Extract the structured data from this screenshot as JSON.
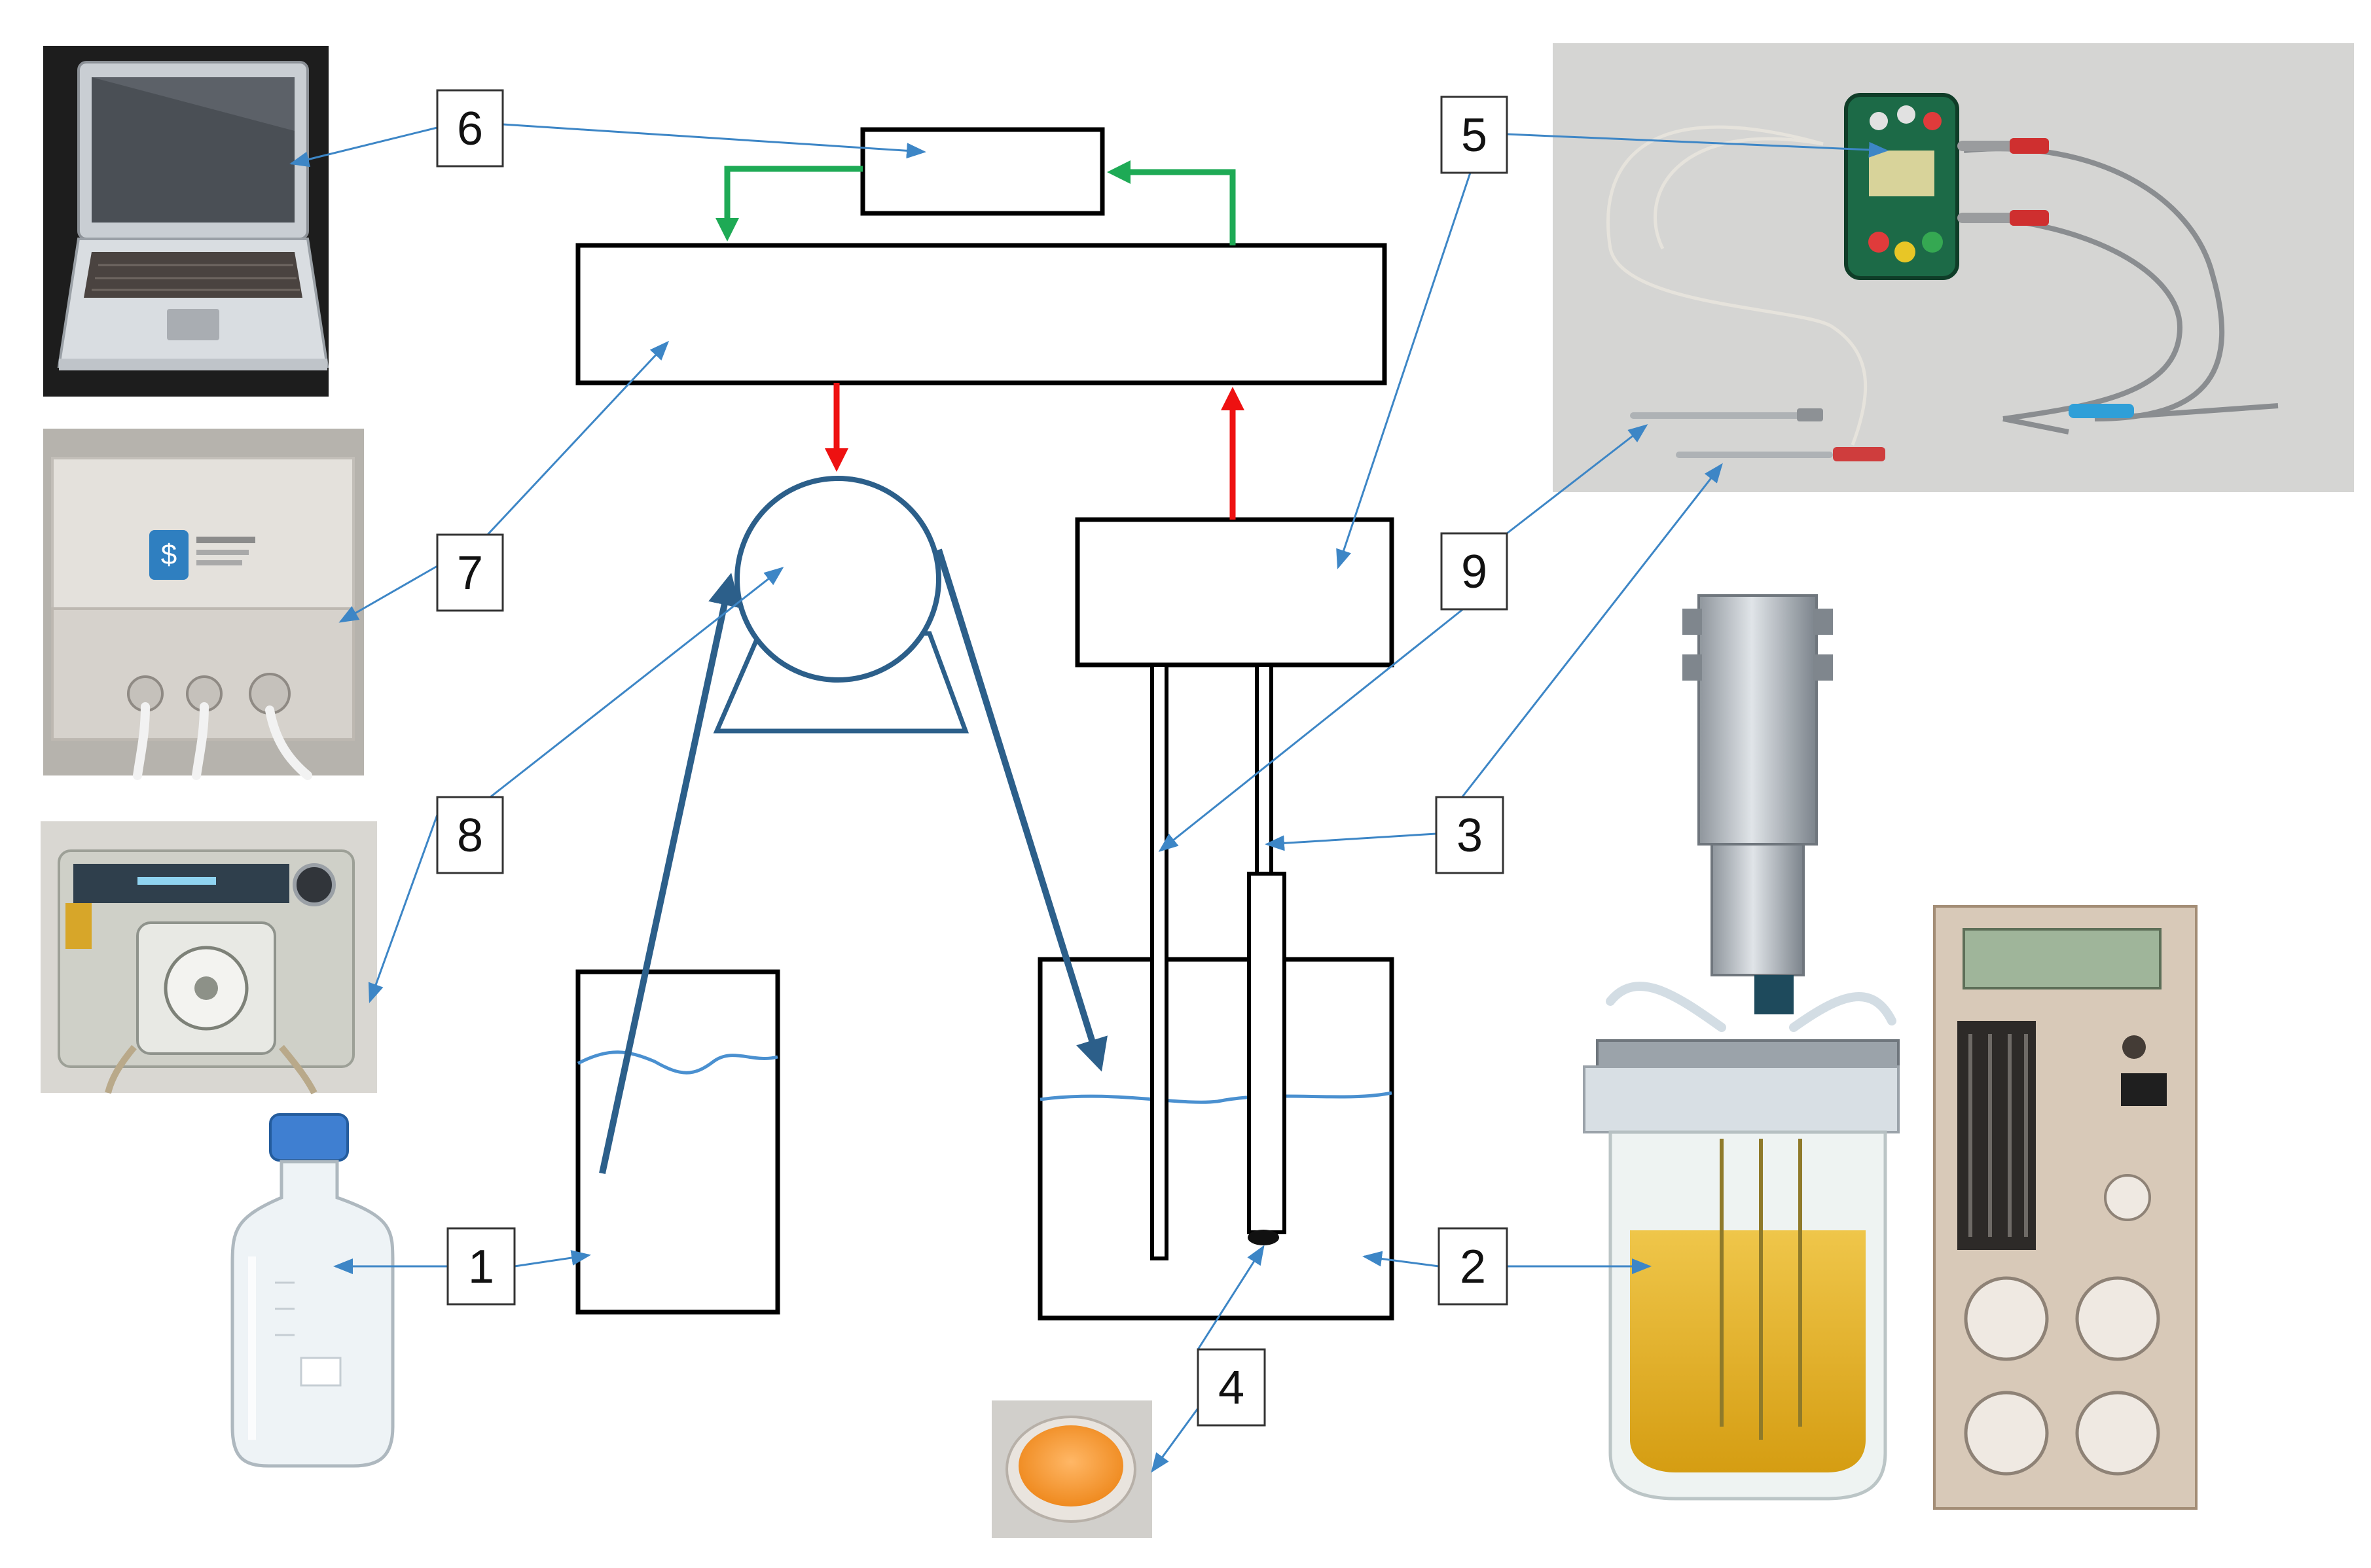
{
  "callouts": [
    {
      "id": "1",
      "text": "1"
    },
    {
      "id": "2",
      "text": "2"
    },
    {
      "id": "3",
      "text": "3"
    },
    {
      "id": "4",
      "text": "4"
    },
    {
      "id": "5",
      "text": "5"
    },
    {
      "id": "6",
      "text": "6"
    },
    {
      "id": "7",
      "text": "7"
    },
    {
      "id": "8",
      "text": "8"
    },
    {
      "id": "9",
      "text": "9"
    }
  ],
  "colors": {
    "outline": "#000000",
    "pump": "#2c5f8a",
    "leader": "#3d86c6",
    "liquid": "#4a90d0",
    "signal_green": "#1eaa55",
    "signal_red": "#ee1111"
  },
  "photos": [
    {
      "name": "laptop-photo",
      "icon": "laptop-icon"
    },
    {
      "name": "controller-box-photo",
      "icon": "enclosure-box-icon"
    },
    {
      "name": "peristaltic-pump-photo",
      "icon": "peristaltic-pump-icon"
    },
    {
      "name": "media-bottle-photo",
      "icon": "glass-bottle-icon"
    },
    {
      "name": "sensor-meter-photo",
      "icon": "handheld-meter-icon"
    },
    {
      "name": "bioreactor-photo",
      "icon": "bioreactor-icon"
    },
    {
      "name": "sensor-spot-photo",
      "icon": "sensor-spot-icon"
    }
  ]
}
